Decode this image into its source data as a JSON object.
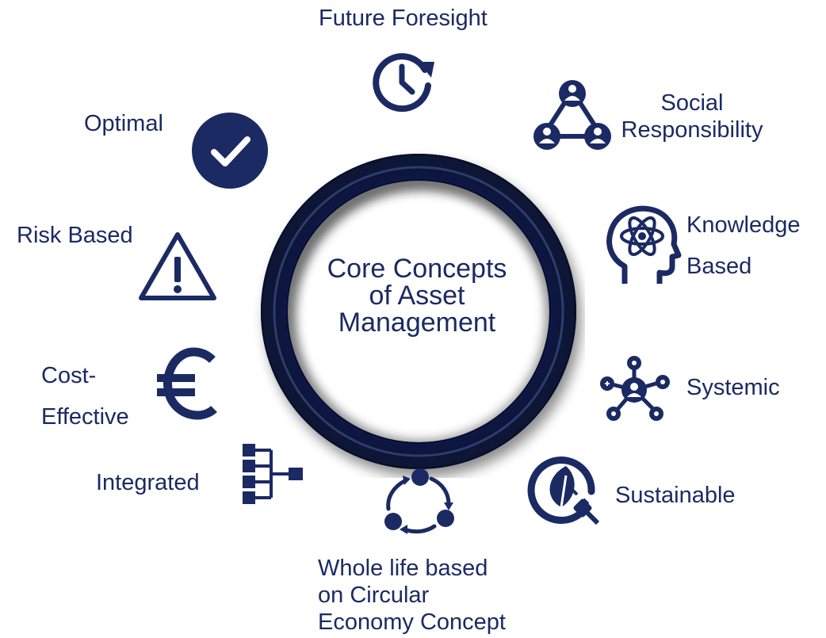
{
  "center": {
    "title": "Core Concepts\nof Asset\nManagement"
  },
  "concepts": {
    "future_foresight": {
      "label": "Future Foresight",
      "icon": "clock-rotate-icon"
    },
    "social_responsibility": {
      "label": "Social\nResponsibility",
      "icon": "people-network-icon"
    },
    "knowledge_based": {
      "label": "Knowledge\nBased",
      "icon": "head-atom-icon"
    },
    "systemic": {
      "label": "Systemic",
      "icon": "hub-network-icon"
    },
    "sustainable": {
      "label": "Sustainable",
      "icon": "leaf-plug-icon"
    },
    "whole_life": {
      "label": "Whole life based\non Circular\nEconomy Concept",
      "icon": "circular-cycle-icon"
    },
    "integrated": {
      "label": "Integrated",
      "icon": "hierarchy-icon"
    },
    "cost_effective": {
      "label": "Cost-\nEffective",
      "icon": "euro-icon"
    },
    "risk_based": {
      "label": "Risk Based",
      "icon": "warning-icon"
    },
    "optimal": {
      "label": "Optimal",
      "icon": "checkmark-circle-icon"
    }
  },
  "colors": {
    "primary": "#1b2a63",
    "ring_dark": "#0f1a45",
    "ring_light": "#3a4a8c"
  }
}
